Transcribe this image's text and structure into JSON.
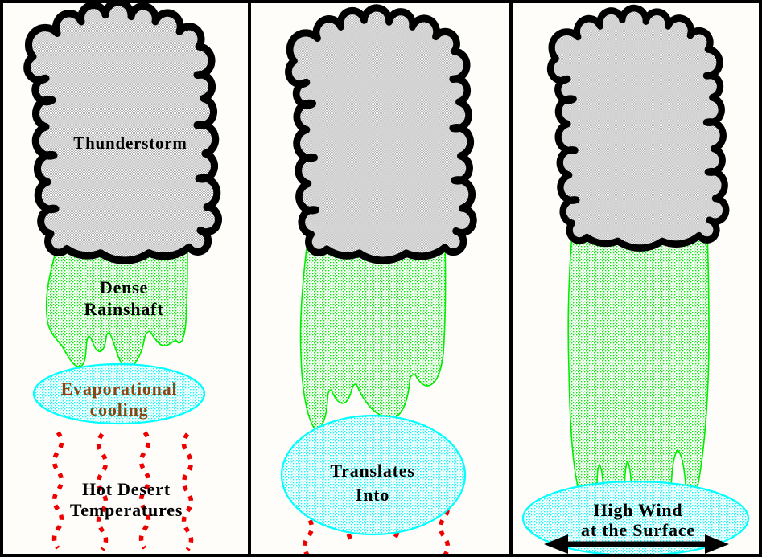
{
  "diagram": {
    "description_visible_text_only": true,
    "panels": [
      {
        "name": "cause-stage",
        "cloud_label": "Thunderstorm",
        "rainshaft_label_line1": "Dense",
        "rainshaft_label_line2": "Rainshaft",
        "ellipse_label_line1": "Evaporational",
        "ellipse_label_line2": "cooling",
        "ground_label_line1": "Hot Desert",
        "ground_label_line2": "Temperatures"
      },
      {
        "name": "translation-stage",
        "ellipse_label_line1": "Translates",
        "ellipse_label_line2": "Into"
      },
      {
        "name": "result-stage",
        "ellipse_label_line1": "High Wind",
        "ellipse_label_line2": "at the Surface"
      }
    ],
    "colors": {
      "background": "#ffffff",
      "frame_border": "#000000",
      "cloud_fill_dither": "#a8a8a8",
      "cloud_outline": "#000000",
      "rainshaft_green": "#00ee00",
      "ellipse_cyan": "#00ffff",
      "heat_wave_red": "#ee0000",
      "cooling_text_brown": "#8b4513",
      "label_text": "#000000",
      "surface_wind_arrow": "#000000"
    }
  }
}
